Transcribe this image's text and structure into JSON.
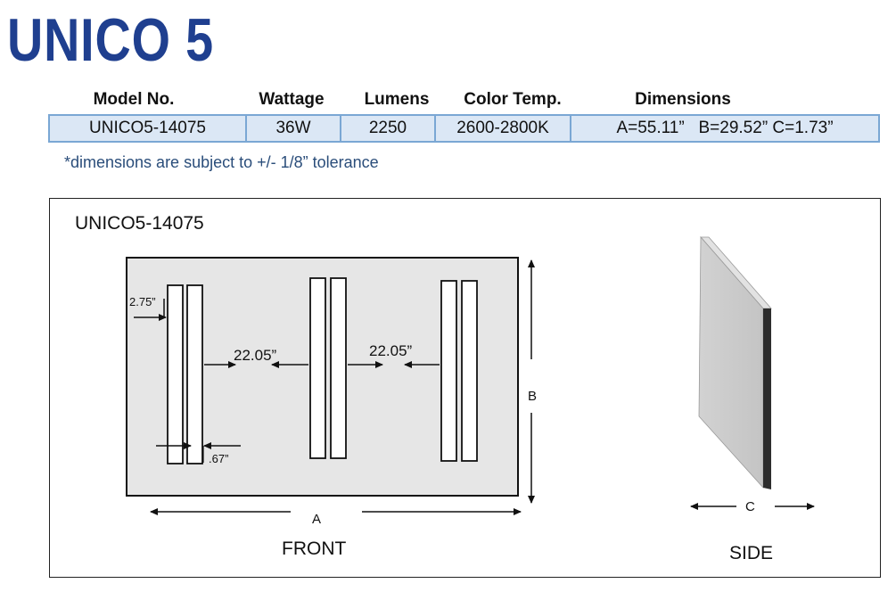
{
  "page_title": "UNICO 5",
  "spec_table": {
    "headers": [
      "Model No.",
      "Wattage",
      "Lumens",
      "Color Temp.",
      "Dimensions"
    ],
    "row": [
      "UNICO5-14075",
      "36W",
      "2250",
      "2600-2800K",
      "A=55.11”   B=29.52” C=1.73”"
    ]
  },
  "tolerance_note": "*dimensions are subject to +/- 1/8” tolerance",
  "drawing": {
    "model_label": "UNICO5-14075",
    "front_label": "FRONT",
    "side_label": "SIDE",
    "dim_edge": "2.75”",
    "dim_gap_1": "22.05”",
    "dim_gap_2": "22.05”",
    "dim_tube": ".67”",
    "dim_a": "A",
    "dim_b": "B",
    "dim_c": "C"
  },
  "colors": {
    "title": "#1f3f8f",
    "table_fill": "#dbe7f5",
    "table_border": "#7aa7d4",
    "panel_fill": "#e6e6e6",
    "note_text": "#2a4d7a"
  }
}
